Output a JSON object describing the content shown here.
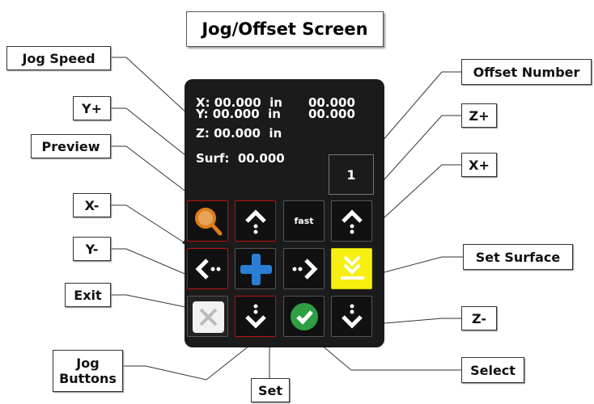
{
  "title": "Jog/Offset Screen",
  "callouts": {
    "jog_speed": "Jog Speed",
    "y_plus": "Y+",
    "preview": "Preview",
    "x_minus": "X-",
    "y_minus": "Y-",
    "exit": "Exit",
    "jog_buttons": "Jog\nButtons",
    "set": "Set",
    "offset_number": "Offset Number",
    "z_plus": "Z+",
    "x_plus": "X+",
    "set_surface": "Set Surface",
    "z_minus": "Z-",
    "select": "Select"
  },
  "readout": {
    "x_line": "X: 00.000  in",
    "y_line": "Y: 00.000  in",
    "z_line": "Z: 00.000  in",
    "x_offset": "00.000",
    "y_offset": "00.000",
    "surf_line": "Surf:  00.000"
  },
  "offset_number": "1",
  "jog_speed_value": "fast",
  "icons": {
    "preview": "magnifier-icon",
    "y_plus": "chevron-up-icon",
    "z_plus": "chevron-up-icon",
    "x_minus": "chevron-left-icon",
    "set": "plus-icon",
    "x_plus": "chevron-right-icon",
    "set_surface": "set-surface-icon",
    "exit": "close-icon",
    "y_minus": "chevron-down-icon",
    "select": "checkmark-icon",
    "z_minus": "chevron-down-icon"
  },
  "colors": {
    "panel": "#1b1b1b",
    "set_surface_bg": "#f7ef10",
    "plus": "#2a7fd4",
    "check": "#2ea043",
    "preview": "#e07b1a",
    "red_border": "#b11111"
  }
}
